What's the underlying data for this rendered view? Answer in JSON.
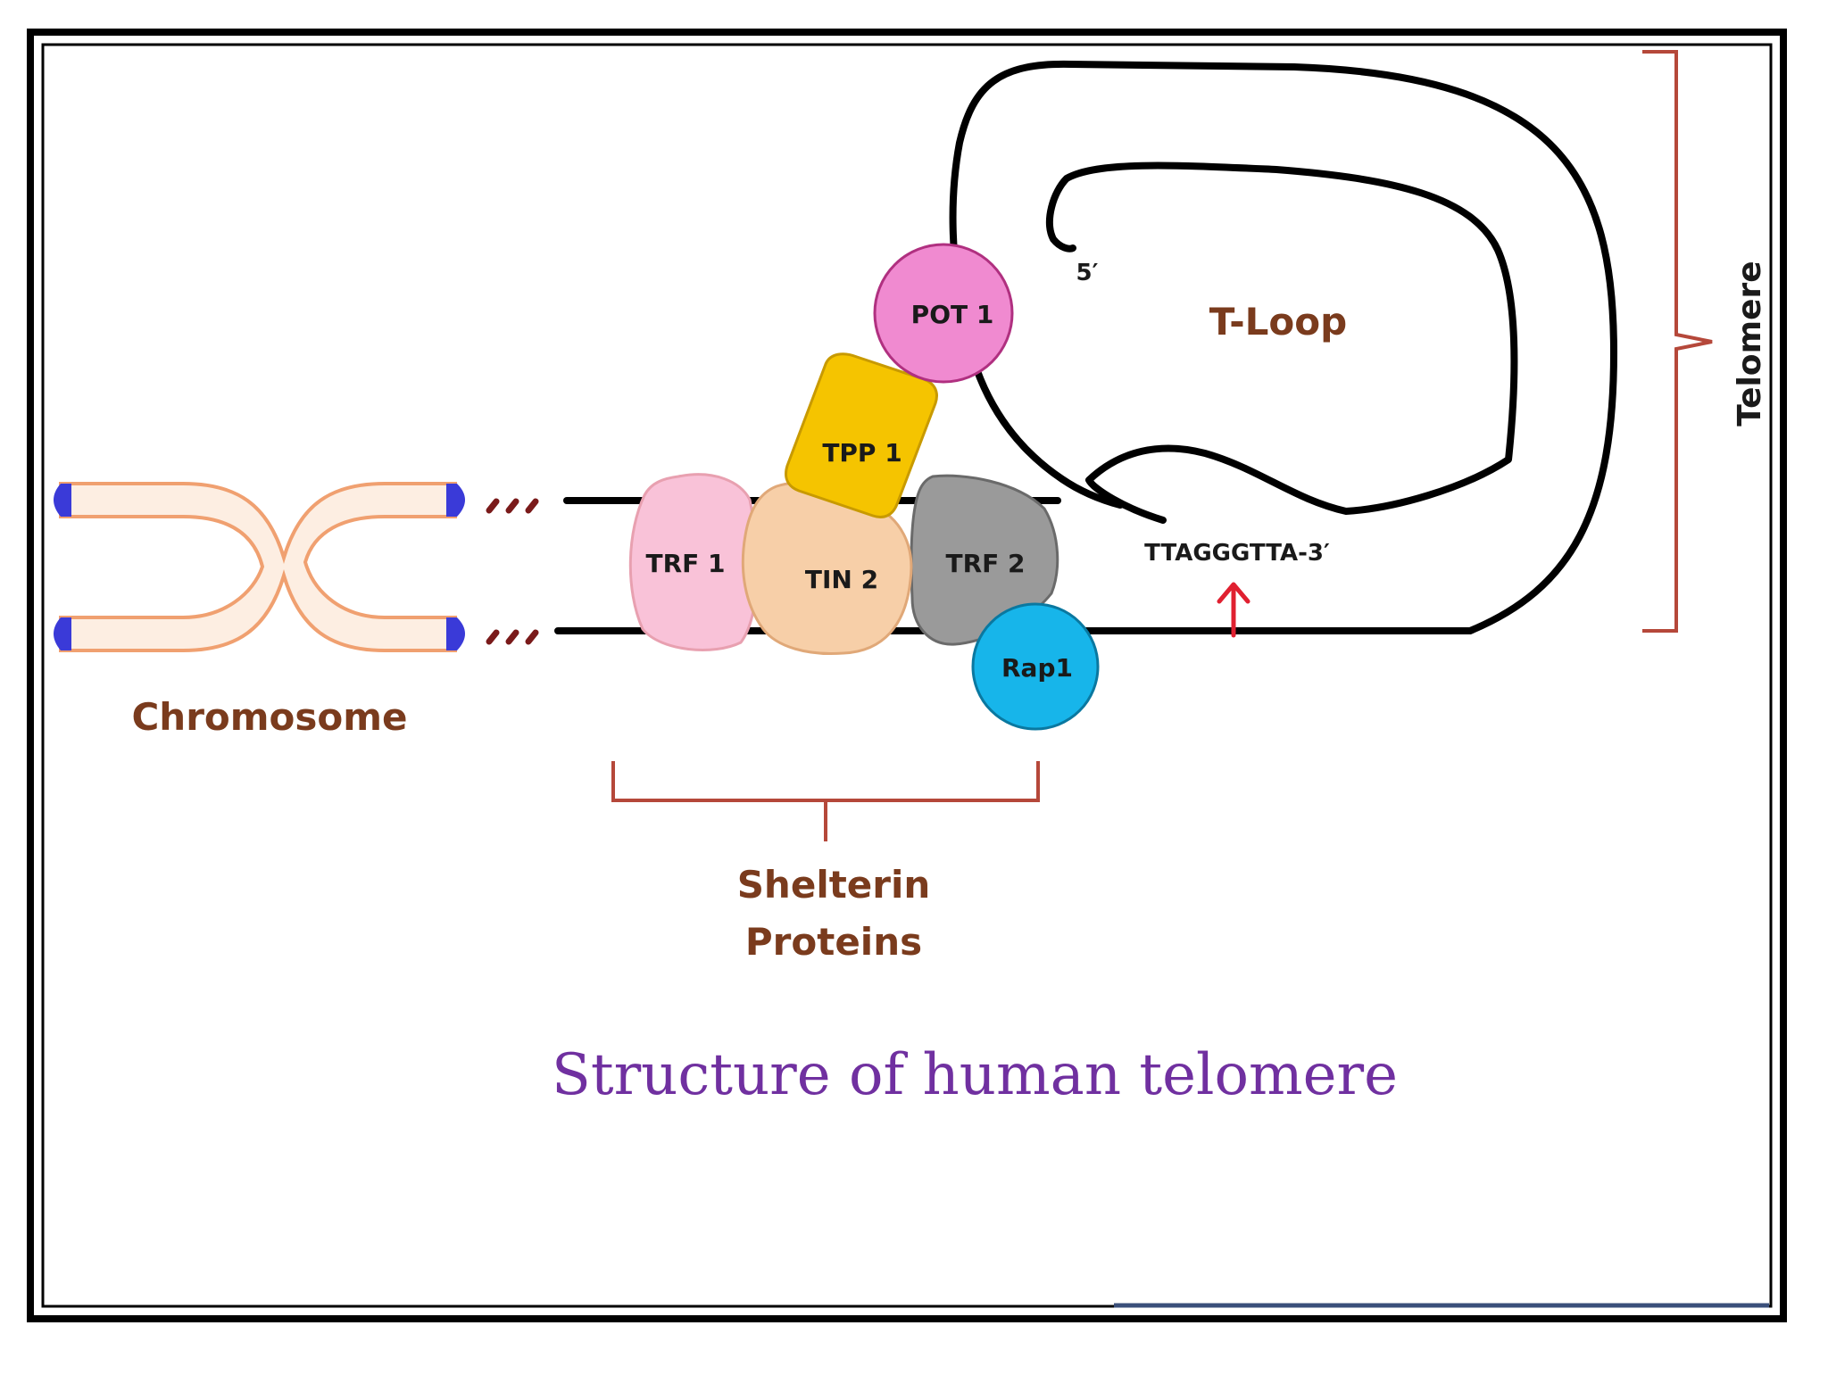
{
  "caption": "Structure of human telomere",
  "labels": {
    "telomere": "Telomere",
    "t_loop": "T-Loop",
    "five_prime": "5′",
    "overhang": "TTAGGGTTA-3′",
    "chromosome": "Chromosome",
    "shelterin_line1": "Shelterin",
    "shelterin_line2": "Proteins"
  },
  "proteins": {
    "pot1": "POT 1",
    "tpp1": "TPP 1",
    "trf1": "TRF 1",
    "tin2": "TIN 2",
    "trf2": "TRF 2",
    "rap1": "Rap1"
  },
  "colors": {
    "pot1": "#f08ad0",
    "tpp1": "#f5c400",
    "trf1": "#f9c2d8",
    "tin2": "#f7cfa8",
    "trf2": "#9a9a9a",
    "rap1": "#17b5ea",
    "bracket": "#b5483a",
    "chromosome_fill": "#fdeee2",
    "chromosome_outline": "#f0a070",
    "chromosome_tips": "#3a3ad8",
    "caption": "#7030a0",
    "arrow": "#e02030"
  }
}
